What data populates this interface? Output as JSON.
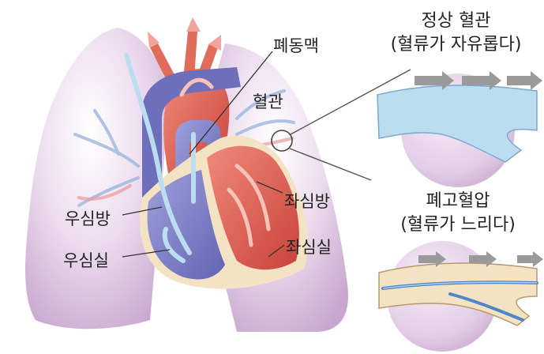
{
  "labels": {
    "pulmonary_artery": "폐동맥",
    "blood_vessel": "혈관",
    "right_atrium": "우심방",
    "right_ventricle": "우심실",
    "left_atrium": "좌심방",
    "left_ventricle": "좌심실"
  },
  "panels": {
    "normal": {
      "title": "정상 혈관",
      "subtitle": "(혈류가 자유롭다)"
    },
    "hypertension": {
      "title": "폐고혈압",
      "subtitle": "(혈류가 느리다)"
    }
  },
  "colors": {
    "lung": "#e6d2e8",
    "heart_red": "#dd5a4c",
    "heart_blue": "#7b7cc4",
    "vessel_light": "#bcdcf0",
    "vessel_narrow": "#4f86c7",
    "arrow_gray": "#9a9a9a",
    "sphere": "#e3cfe6"
  }
}
